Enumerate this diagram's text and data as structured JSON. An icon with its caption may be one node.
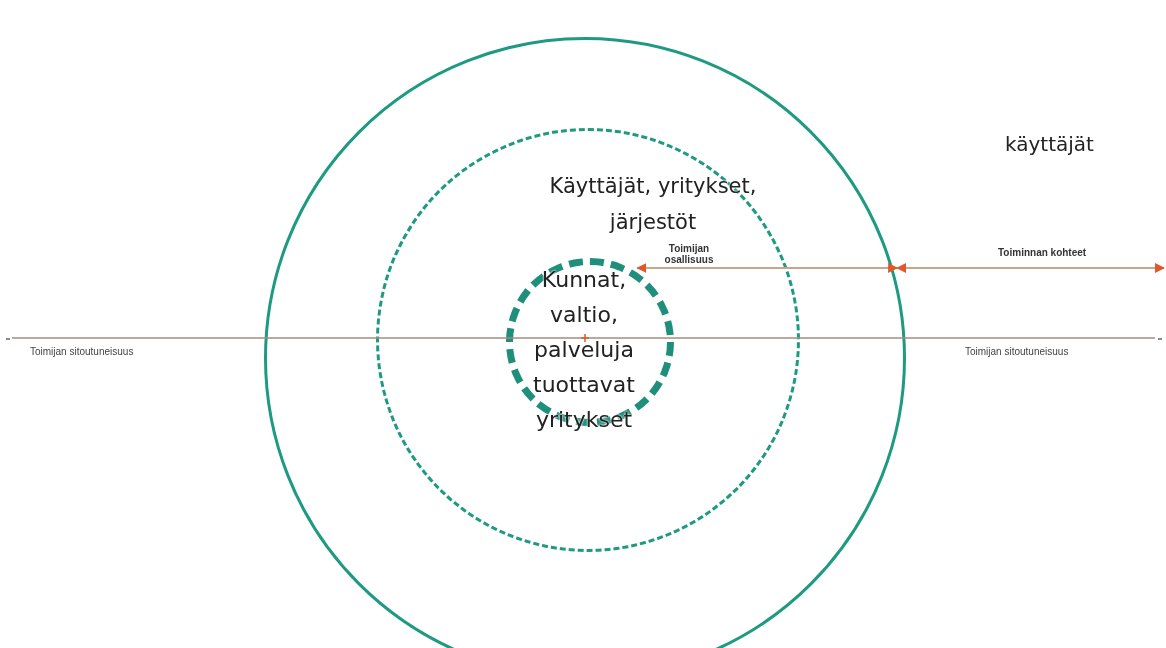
{
  "diagram": {
    "nodes": [
      {
        "text": [],
        "shape": "circle"
      },
      {
        "text": [
          "Käyttäjät, yritykset, järjestöt"
        ],
        "in": 0
      },
      {
        "text": [
          "Kunnat, valtio, palveluja tuottavat yritykset"
        ],
        "in": 1
      }
    ],
    "edges": [
      {
        "from": 2,
        "to": 0,
        "arrow": "both",
        "label": "Toimijan osallisuus"
      },
      {
        "from": 0,
        "to": null,
        "arrow": "both",
        "label": "Toiminnan kohteet"
      }
    ],
    "labels": [
      "käyttäjät",
      "Toimijan sitoutuneisuus",
      "Toimijan sitoutuneisuus"
    ]
  }
}
